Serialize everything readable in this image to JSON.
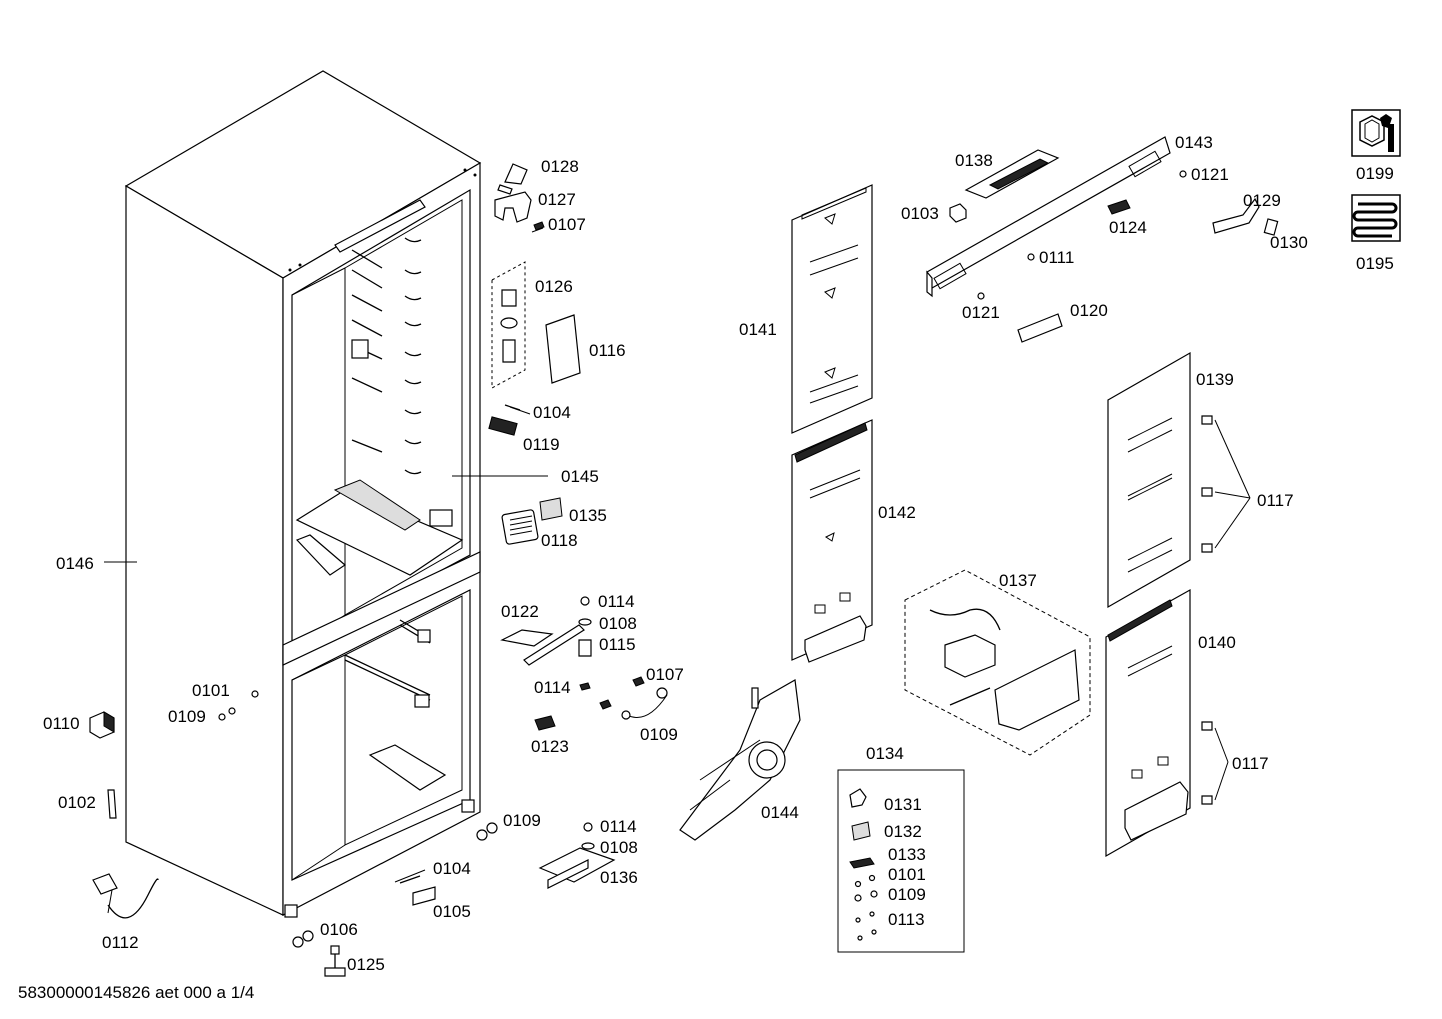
{
  "labels": {
    "p0128": "0128",
    "p0127": "0127",
    "p0107a": "0107",
    "p0126": "0126",
    "p0116": "0116",
    "p0104a": "0104",
    "p0119": "0119",
    "p0145": "0145",
    "p0135": "0135",
    "p0118": "0118",
    "p0146": "0146",
    "p0122": "0122",
    "p0114a": "0114",
    "p0108a": "0108",
    "p0115": "0115",
    "p0107b": "0107",
    "p0114b": "0114",
    "p0109a": "0109",
    "p0123": "0123",
    "p0101a": "0101",
    "p0109b": "0109",
    "p0110": "0110",
    "p0102": "0102",
    "p0109c": "0109",
    "p0104b": "0104",
    "p0105": "0105",
    "p0106": "0106",
    "p0125": "0125",
    "p0112": "0112",
    "p0114c": "0114",
    "p0108b": "0108",
    "p0136": "0136",
    "p0141": "0141",
    "p0142": "0142",
    "p0144": "0144",
    "p0138": "0138",
    "p0103": "0103",
    "p0143": "0143",
    "p0121a": "0121",
    "p0124": "0124",
    "p0111": "0111",
    "p0121b": "0121",
    "p0120": "0120",
    "p0129": "0129",
    "p0130": "0130",
    "p0139": "0139",
    "p0117a": "0117",
    "p0137": "0137",
    "p0140": "0140",
    "p0117b": "0117",
    "p0134": "0134",
    "p0131": "0131",
    "p0132": "0132",
    "p0133": "0133",
    "p0101b": "0101",
    "p0109d": "0109",
    "p0113": "0113",
    "p0199": "0199",
    "p0195": "0195"
  },
  "footer": {
    "doc_id": "58300000145826 aet 000 a 1/4"
  },
  "icons": {
    "service": "wrench-nut-icon",
    "refrigerant": "coil-icon"
  }
}
